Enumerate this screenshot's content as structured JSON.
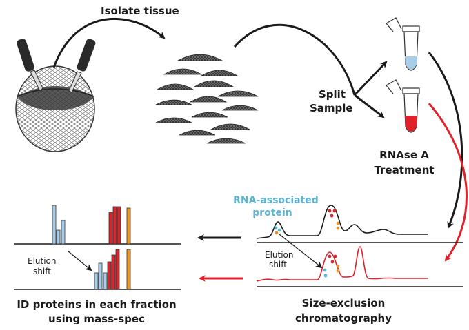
{
  "labels": {
    "isolate_tissue": "Isolate tissue",
    "split_sample_1": "Split",
    "split_sample_2": "Sample",
    "rnase_1": "RNAse A",
    "rnase_2": "Treatment",
    "rna_assoc_1": "RNA-associated",
    "rna_assoc_2": "protein",
    "elution_shift_1": "Elution",
    "elution_shift_2": "shift",
    "sec_1": "Size-exclusion",
    "sec_2": "chromatography",
    "id_proteins_1": "ID proteins in each fraction",
    "id_proteins_2": "using mass-spec"
  },
  "colors": {
    "control": "#1a1a1a",
    "treated": "#e0202a",
    "rna_protein": "#5ab4d6",
    "red_protein": "#d6262e",
    "orange_protein": "#e8962a",
    "control_tube_fill": "#a8cde8",
    "treated_tube_fill": "#e0202a"
  }
}
